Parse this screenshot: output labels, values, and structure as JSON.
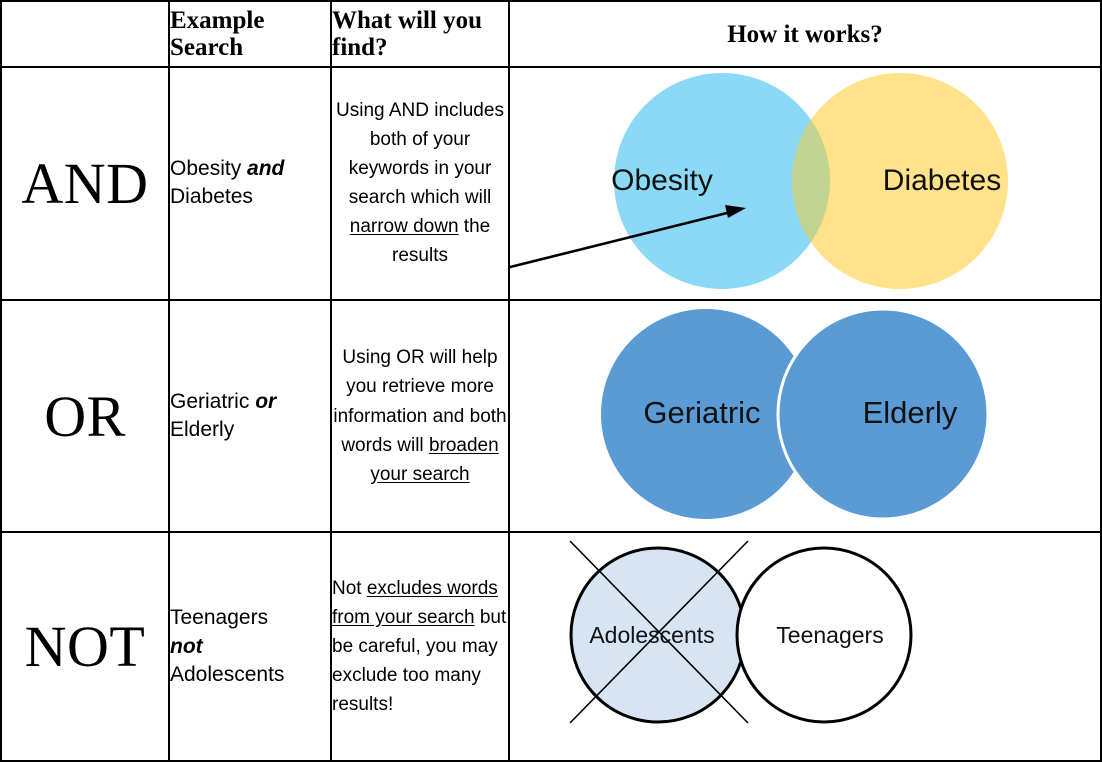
{
  "table": {
    "headers": {
      "operator": "",
      "example_search": "Example Search",
      "what_find": "What will you find?",
      "how_works": "How it works?"
    },
    "rows": [
      {
        "operator": "AND",
        "example": {
          "pre": "Obesity ",
          "emphasis": "and",
          "post": " Diabetes"
        },
        "description": {
          "part1": "Using AND includes both of your keywords in your search which will ",
          "underlined": "narrow down",
          "part2": " the results"
        },
        "diagram": {
          "type": "venn-overlap-arrow",
          "left_label": "Obesity",
          "right_label": "Diabetes",
          "left_color": "#8BD9F7",
          "right_color": "#FFE28A",
          "overlap_color": "#C3D391",
          "arrow": true
        }
      },
      {
        "operator": "OR",
        "example": {
          "pre": "Geriatric ",
          "emphasis": "or",
          "post": " Elderly"
        },
        "description": {
          "part1": "Using OR will help you retrieve more information and both words will ",
          "underlined": "broaden your search",
          "part2": ""
        },
        "diagram": {
          "type": "venn-both-filled",
          "left_label": "Geriatric",
          "right_label": "Elderly",
          "left_color": "#5B9BD5",
          "right_color": "#5B9BD5",
          "overlap_color": "#5B9BD5",
          "arrow": false
        }
      },
      {
        "operator": "NOT",
        "example": {
          "pre": "Teenagers ",
          "emphasis": "not",
          "post": " Adolescents"
        },
        "description": {
          "part1": "Not ",
          "underlined": "excludes words from your search",
          "part2": " but be careful, you may exclude too many results!"
        },
        "diagram": {
          "type": "venn-crossed-out",
          "left_label": "Adolescents",
          "right_label": "Teenagers",
          "left_color": "#D6E4F4",
          "right_color": "#FFFFFF",
          "overlap_color": "#D6E4F4",
          "arrow": false,
          "cross_out_left": true
        }
      }
    ]
  }
}
